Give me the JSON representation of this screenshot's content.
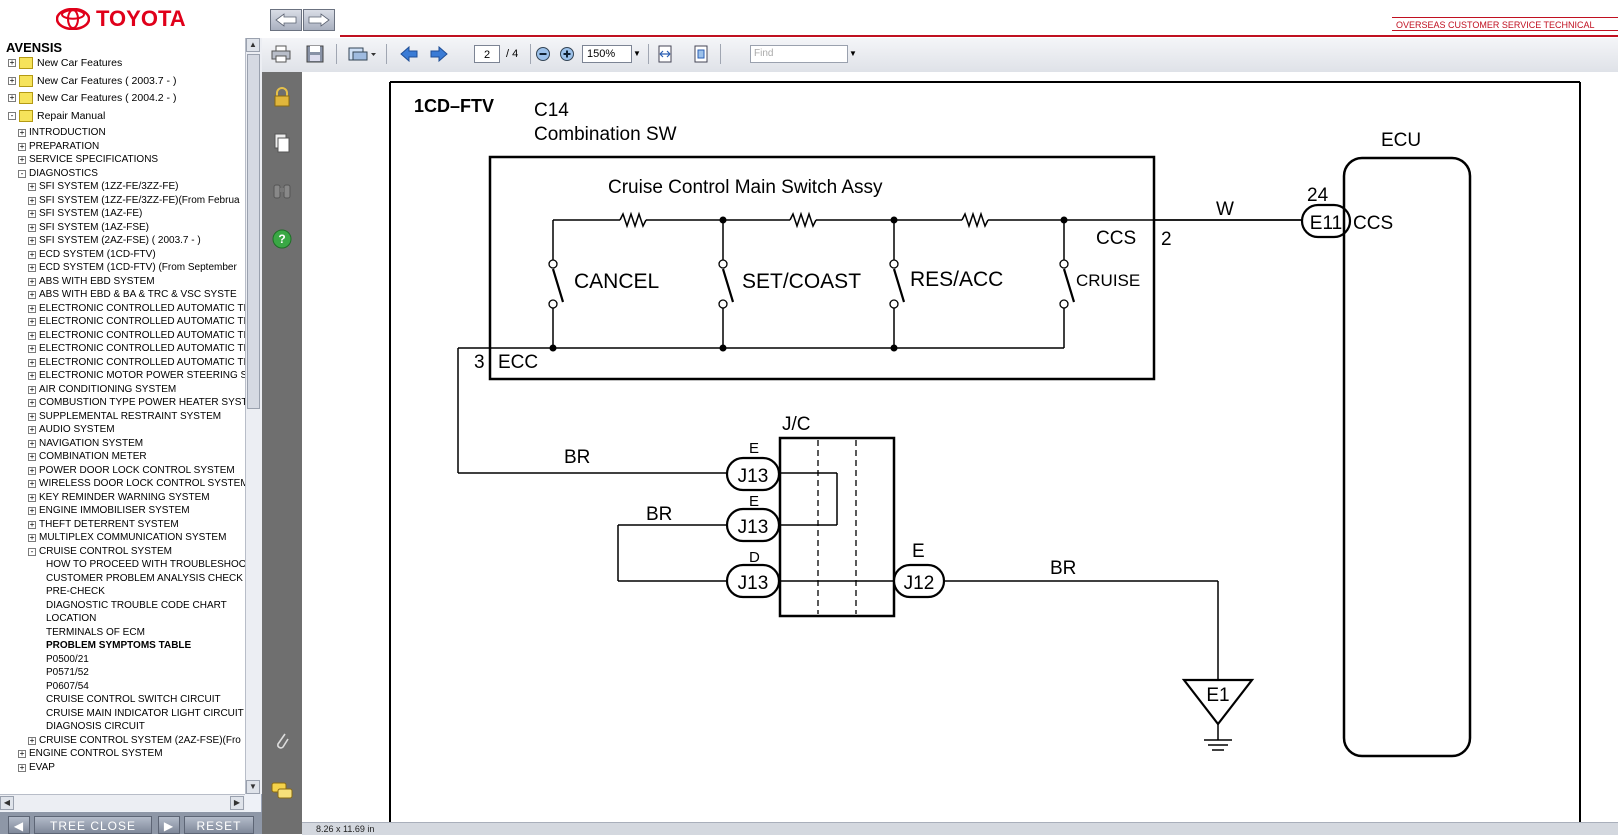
{
  "app": {
    "brand": "TOYOTA",
    "header_right": "OVERSEAS CUSTOMER SERVICE TECHNICAL",
    "brand_color": "#e0001a"
  },
  "sidebar": {
    "title": "AVENSIS",
    "items": [
      {
        "label": "New Car Features",
        "toggle": "+",
        "book": true
      },
      {
        "label": "New Car Features ( 2003.7 - )",
        "toggle": "+",
        "book": true
      },
      {
        "label": "New Car Features ( 2004.2 - )",
        "toggle": "+",
        "book": true
      },
      {
        "label": "Repair Manual",
        "toggle": "-",
        "book": true
      },
      {
        "label": "INTRODUCTION",
        "toggle": "+"
      },
      {
        "label": "PREPARATION",
        "toggle": "+"
      },
      {
        "label": "SERVICE SPECIFICATIONS",
        "toggle": "+"
      },
      {
        "label": "DIAGNOSTICS",
        "toggle": "-"
      },
      {
        "label": "SFI SYSTEM (1ZZ-FE/3ZZ-FE)",
        "toggle": "+"
      },
      {
        "label": "SFI SYSTEM (1ZZ-FE/3ZZ-FE)(From Februa",
        "toggle": "+"
      },
      {
        "label": "SFI SYSTEM (1AZ-FE)",
        "toggle": "+"
      },
      {
        "label": "SFI SYSTEM (1AZ-FSE)",
        "toggle": "+"
      },
      {
        "label": "SFI SYSTEM (2AZ-FSE) ( 2003.7 - )",
        "toggle": "+"
      },
      {
        "label": "ECD SYSTEM (1CD-FTV)",
        "toggle": "+"
      },
      {
        "label": "ECD SYSTEM (1CD-FTV) (From September",
        "toggle": "+"
      },
      {
        "label": "ABS WITH EBD SYSTEM",
        "toggle": "+"
      },
      {
        "label": "ABS WITH EBD & BA & TRC & VSC SYSTE",
        "toggle": "+"
      },
      {
        "label": "ELECTRONIC CONTROLLED AUTOMATIC TI",
        "toggle": "+"
      },
      {
        "label": "ELECTRONIC CONTROLLED AUTOMATIC TI",
        "toggle": "+"
      },
      {
        "label": "ELECTRONIC CONTROLLED AUTOMATIC TI",
        "toggle": "+"
      },
      {
        "label": "ELECTRONIC CONTROLLED AUTOMATIC TI",
        "toggle": "+"
      },
      {
        "label": "ELECTRONIC CONTROLLED AUTOMATIC TI",
        "toggle": "+"
      },
      {
        "label": "ELECTRONIC MOTOR POWER STEERING SY",
        "toggle": "+"
      },
      {
        "label": "AIR CONDITIONING SYSTEM",
        "toggle": "+"
      },
      {
        "label": "COMBUSTION TYPE POWER HEATER SYST",
        "toggle": "+"
      },
      {
        "label": "SUPPLEMENTAL RESTRAINT SYSTEM",
        "toggle": "+"
      },
      {
        "label": "AUDIO SYSTEM",
        "toggle": "+"
      },
      {
        "label": "NAVIGATION SYSTEM",
        "toggle": "+"
      },
      {
        "label": "COMBINATION METER",
        "toggle": "+"
      },
      {
        "label": "POWER DOOR LOCK CONTROL SYSTEM",
        "toggle": "+"
      },
      {
        "label": "WIRELESS DOOR LOCK CONTROL SYSTEM",
        "toggle": "+"
      },
      {
        "label": "KEY REMINDER WARNING SYSTEM",
        "toggle": "+"
      },
      {
        "label": "ENGINE IMMOBILISER SYSTEM",
        "toggle": "+"
      },
      {
        "label": "THEFT DETERRENT SYSTEM",
        "toggle": "+"
      },
      {
        "label": "MULTIPLEX COMMUNICATION SYSTEM",
        "toggle": "+"
      },
      {
        "label": "CRUISE CONTROL SYSTEM",
        "toggle": "-"
      },
      {
        "label": "HOW TO PROCEED WITH TROUBLESHOO",
        "toggle": ""
      },
      {
        "label": "CUSTOMER PROBLEM ANALYSIS CHECK",
        "toggle": ""
      },
      {
        "label": "PRE-CHECK",
        "toggle": ""
      },
      {
        "label": "DIAGNOSTIC TROUBLE CODE CHART",
        "toggle": ""
      },
      {
        "label": "LOCATION",
        "toggle": ""
      },
      {
        "label": "TERMINALS OF ECM",
        "toggle": ""
      },
      {
        "label": "PROBLEM SYMPTOMS TABLE",
        "toggle": "",
        "bold": true
      },
      {
        "label": "P0500/21",
        "toggle": ""
      },
      {
        "label": "P0571/52",
        "toggle": ""
      },
      {
        "label": "P0607/54",
        "toggle": ""
      },
      {
        "label": "CRUISE CONTROL SWITCH CIRCUIT",
        "toggle": ""
      },
      {
        "label": "CRUISE MAIN INDICATOR LIGHT CIRCUIT",
        "toggle": ""
      },
      {
        "label": "DIAGNOSIS CIRCUIT",
        "toggle": ""
      },
      {
        "label": "CRUISE CONTROL SYSTEM (2AZ-FSE)(Fro",
        "toggle": "+"
      },
      {
        "label": "ENGINE CONTROL SYSTEM",
        "toggle": "+"
      },
      {
        "label": "EVAP",
        "toggle": "+"
      }
    ],
    "tree_close": "TREE CLOSE",
    "reset": "RESET"
  },
  "toolbar": {
    "page_current": "2",
    "page_total": "/ 4",
    "zoom": "150%",
    "find_placeholder": "Find"
  },
  "status": {
    "size": "8.26 x 11.69 in"
  },
  "diagram": {
    "engine": "1CD–FTV",
    "conn_id": "C14",
    "conn_name": "Combination SW",
    "assy": "Cruise Control Main Switch Assy",
    "sw1": "CANCEL",
    "sw2": "SET/COAST",
    "sw3": "RES/ACC",
    "sw4": "CRUISE",
    "ccs": "CCS",
    "pin2": "2",
    "pin3": "3",
    "ecc": "ECC",
    "wire_w": "W",
    "pin24": "24",
    "e11": "E11",
    "ecu_ccs": "CCS",
    "ecu": "ECU",
    "jc": "J/C",
    "br1": "BR",
    "br2": "BR",
    "br3": "BR",
    "e_a": "E",
    "e_b": "E",
    "d_c": "D",
    "e_d": "E",
    "j13a": "J13",
    "j13b": "J13",
    "j13c": "J13",
    "j12": "J12",
    "e1": "E1"
  }
}
